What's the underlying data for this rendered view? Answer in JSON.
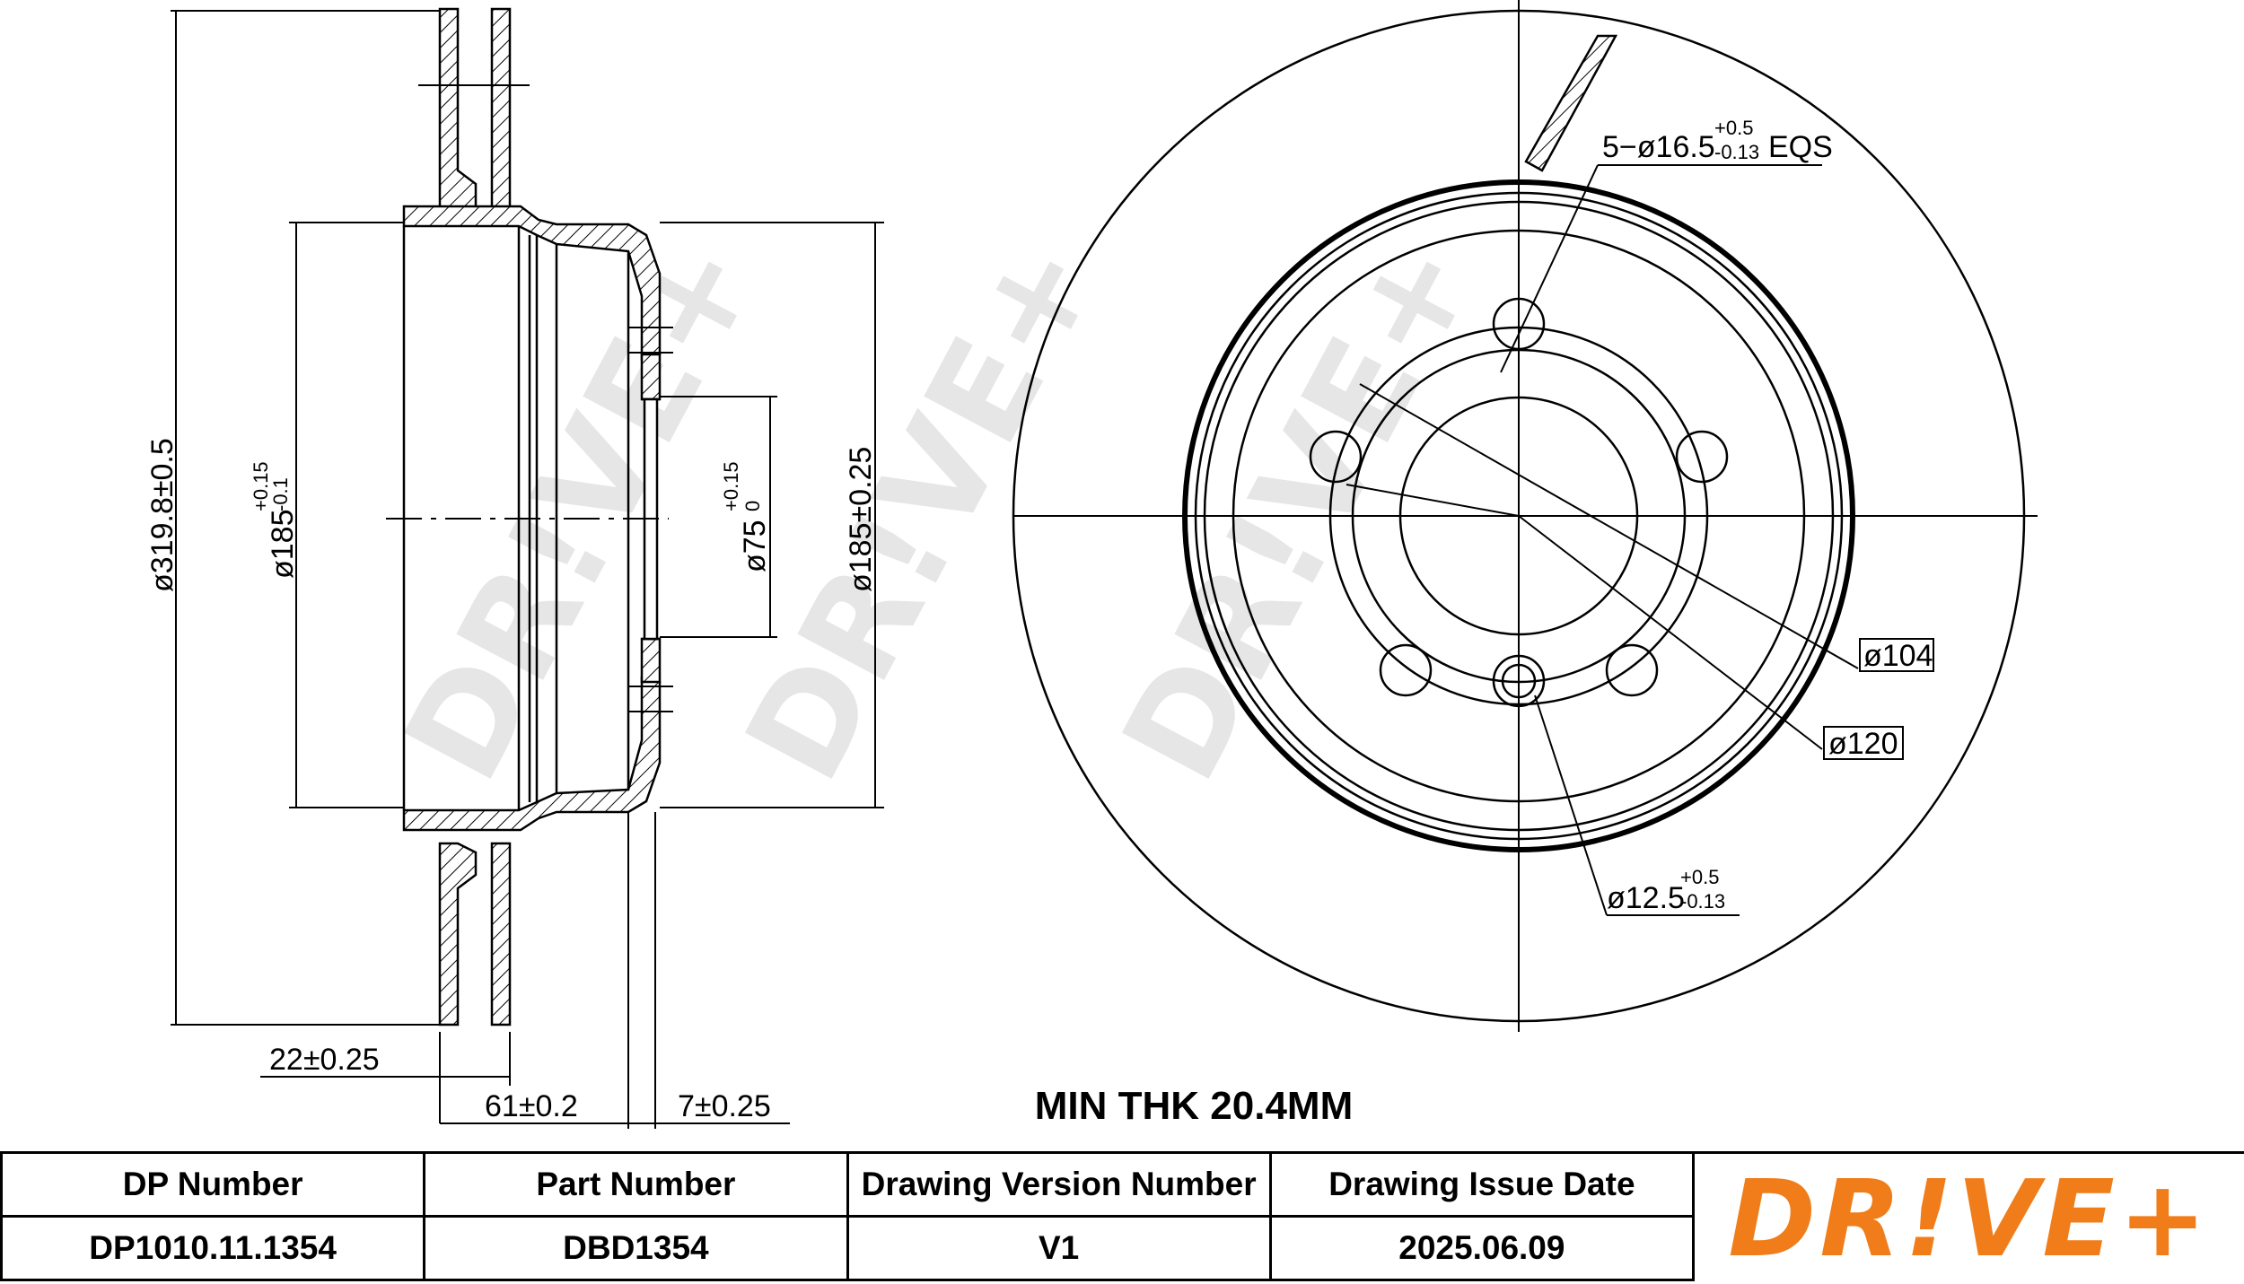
{
  "drawing": {
    "dimensions": {
      "outer_diameter": "ø319.8±0.5",
      "hat_diameter_main": "ø185",
      "hat_diameter_tol_upper": "+0.15",
      "hat_diameter_tol_lower": "-0.1",
      "hat_diameter_right": "ø185±0.25",
      "center_bore_main": "ø75",
      "center_bore_tol_upper": "+0.15",
      "center_bore_tol_lower": "0",
      "thickness": "22±0.25",
      "height": "61±0.2",
      "hat_thickness": "7±0.25",
      "bolt_hole_prefix": "5−ø16.5",
      "bolt_hole_tol_upper": "+0.5",
      "bolt_hole_tol_lower": "-0.13",
      "bolt_hole_suffix": "EQS",
      "pcd_inner": "ø104",
      "pcd_outer": "ø120",
      "small_hole_main": "ø12.5",
      "small_hole_tol_upper": "+0.5",
      "small_hole_tol_lower": "-0.13"
    },
    "min_thickness": "MIN THK 20.4MM",
    "watermark": "DR!VE+"
  },
  "title_block": {
    "headers": [
      "DP Number",
      "Part Number",
      "Drawing Version Number",
      "Drawing Issue Date"
    ],
    "values": [
      "DP1010.11.1354",
      "DBD1354",
      "V1",
      "2025.06.09"
    ]
  },
  "logo": {
    "text": "DR!VE+",
    "color": "#f07d1a"
  },
  "colors": {
    "line": "#000000",
    "watermark": "#e6e6e6",
    "brand_orange": "#f07d1a"
  }
}
